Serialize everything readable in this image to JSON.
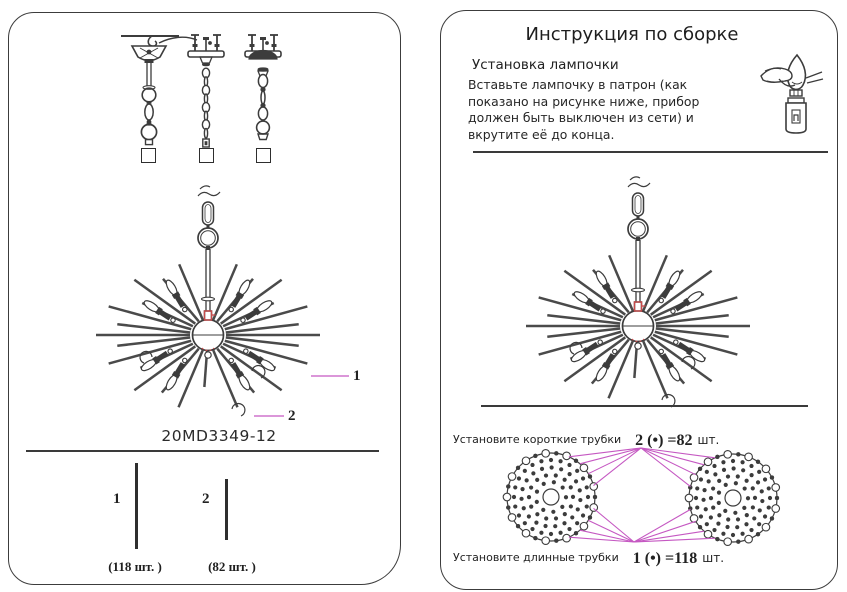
{
  "colors": {
    "ink": "#3c3c3c",
    "spoke": "#4a4a4a",
    "accent": "#c558c2",
    "red": "#c84b4b"
  },
  "left_page": {
    "model_label": "20MD3349-12",
    "mount_options": [
      {
        "name": "hook-chain-mount"
      },
      {
        "name": "bar-chain-mount"
      },
      {
        "name": "bar-dome-chain-mount"
      }
    ],
    "callouts": {
      "long_tube": "1",
      "short_tube": "2"
    },
    "tubes": [
      {
        "label": "1",
        "qty": "(118 шт. )"
      },
      {
        "label": "2",
        "qty": "(82 шт. )"
      }
    ]
  },
  "right_page": {
    "title": "Инструкция по сборке",
    "section_heading": "Установка лампочки",
    "body_lines": [
      "Вставьте лампочку в патрон (как",
      "показано на рисунке ниже, прибор",
      "должен быть выключен из сети) и",
      "вкрутите её до конца."
    ],
    "steps": [
      {
        "text": "Установите короткие трубки",
        "formula": "2 (•) =82",
        "unit": "шт."
      },
      {
        "text": "Установите длинные трубки",
        "formula": "1 (•) =118",
        "unit": "шт."
      }
    ]
  },
  "icons": {
    "hand_bulb": "hand-screwing-bulb-icon",
    "hub_front": "tube-hub-front-view",
    "hub_back": "tube-hub-back-view"
  }
}
